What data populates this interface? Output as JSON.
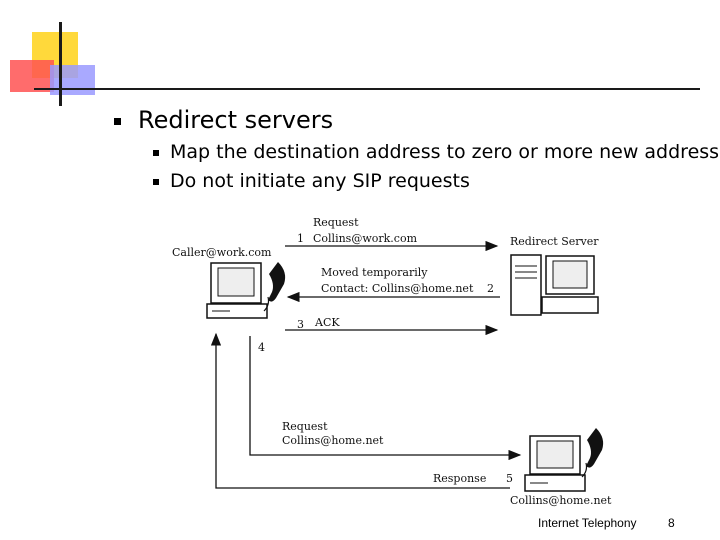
{
  "slide": {
    "bullet_main": "Redirect servers",
    "sub_bullets": [
      "Map the destination address to zero or more new addresses",
      "Do not initiate any SIP requests"
    ]
  },
  "diagram": {
    "caller_label": "Caller@work.com",
    "redirect_server_label": "Redirect Server",
    "callee_label": "Collins@home.net",
    "step1_number": "1",
    "step1_title": "Request",
    "step1_detail": "Collins@work.com",
    "step2_number": "2",
    "step2_title": "Moved temporarily",
    "step2_detail": "Contact: Collins@home.net",
    "step3_number": "3",
    "step3_title": "ACK",
    "step4_number": "4",
    "step4_title": "Request",
    "step4_detail": "Collins@home.net",
    "step5_number": "5",
    "step5_title": "Response"
  },
  "footer": {
    "course": "Internet Telephony",
    "page_number": "8"
  }
}
